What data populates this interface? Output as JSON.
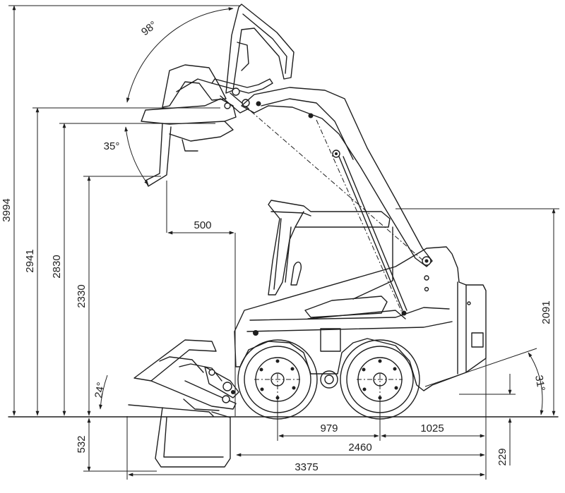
{
  "dimensions": {
    "max_height": "3994",
    "pin_height": "2941",
    "bucket_top_height": "2830",
    "dump_height": "2330",
    "dump_reach": "500",
    "arm_height": "2091",
    "dig_depth": "532",
    "ground_clearance": "229",
    "front_wheel_to_center": "979",
    "center_to_rear": "1025",
    "wheelbase_length": "2460",
    "overall_length": "3375"
  },
  "angles": {
    "bucket_rollback": "98°",
    "dump_angle": "35°",
    "ground_rollback": "24°",
    "departure_angle": "31°"
  },
  "colors": {
    "line": "#1e1e1e",
    "background": "#ffffff"
  }
}
